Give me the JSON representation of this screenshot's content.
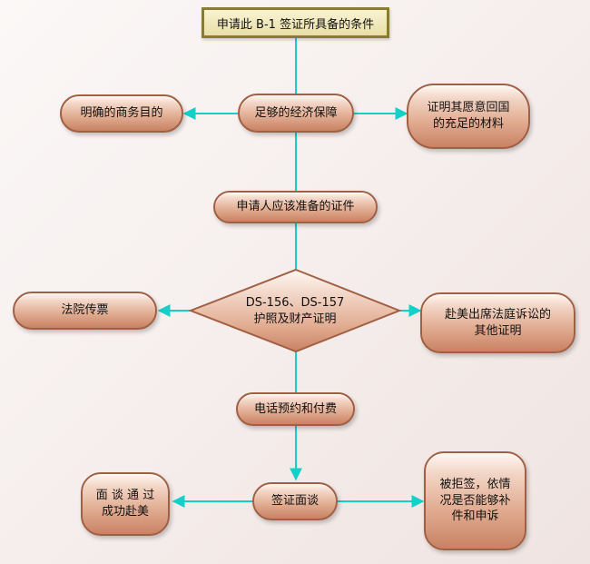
{
  "colors": {
    "connector": "#13d0c8",
    "node_border": "#a15f43",
    "title_border": "#8b7a36"
  },
  "nodes": {
    "title": "申请此 B-1 签证所具备的条件",
    "economic": "足够的经济保障",
    "business": "明确的商务目的",
    "return": "证明其愿意回国\n的充足的材料",
    "prepare": "申请人应该准备的证件",
    "diamond": "DS-156、DS-157\n护照及财产证明",
    "court": "法院传票",
    "other": "赴美出席法庭诉讼的\n其他证明",
    "phone": "电话预约和付费",
    "interview": "签证面谈",
    "success": "面 谈 通 过\n成功赴美",
    "refused": "被拒签，依情\n况是否能够补\n件和申诉"
  }
}
